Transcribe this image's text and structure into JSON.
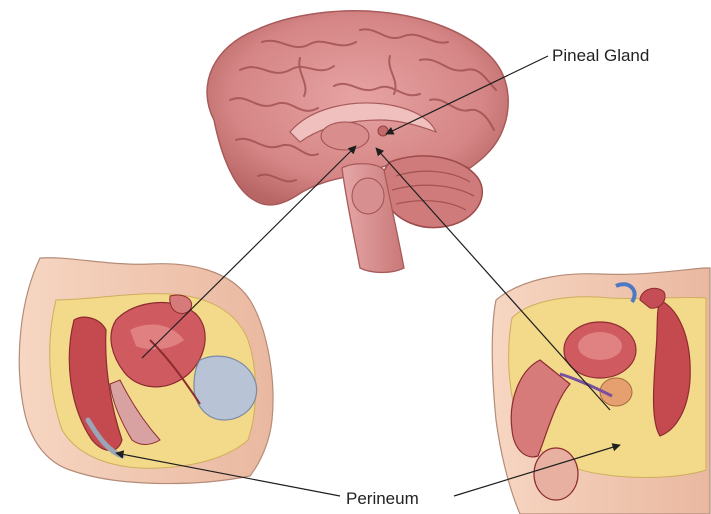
{
  "labels": {
    "pineal_gland": "Pineal Gland",
    "perineum": "Perineum"
  },
  "figures": [
    {
      "name": "brain-midsagittal",
      "depicts": "brain"
    },
    {
      "name": "female-pelvis-section",
      "depicts": "pelvis"
    },
    {
      "name": "male-pelvis-section",
      "depicts": "pelvis"
    }
  ],
  "colors": {
    "brain": "#d98a8a",
    "brain_dark": "#a8504f",
    "tissue_red": "#c0444a",
    "tissue_pink": "#e7a0a0",
    "fat_yellow": "#f0d27a",
    "skin": "#f3c9b0",
    "line": "#2a2a2a",
    "label": "#222222"
  }
}
